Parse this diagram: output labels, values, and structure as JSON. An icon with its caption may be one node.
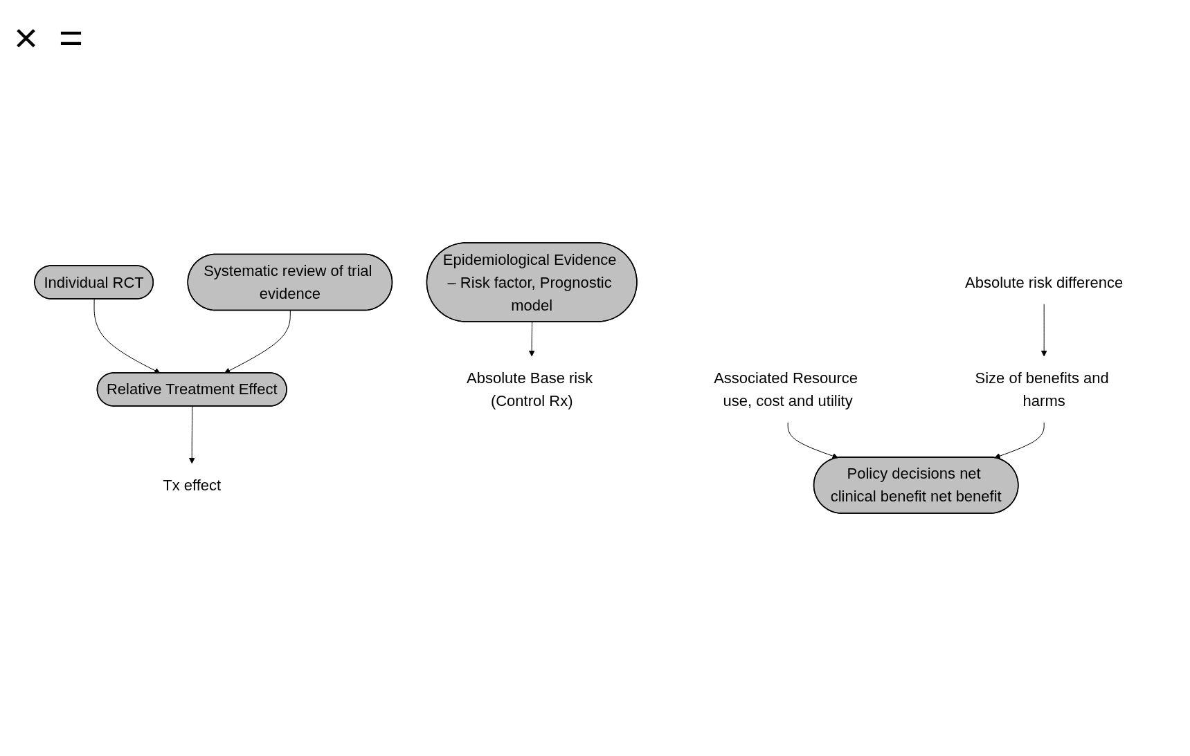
{
  "diagram": {
    "nodes": [
      {
        "text": [
          "Epidemiological Evidence – Risk factor, Prognostic model"
        ]
      },
      {
        "text": [
          "Relative Treatment Effect"
        ]
      },
      {
        "text": [
          "Individual RCT"
        ]
      },
      {
        "text": [
          "Systematic review of trial evidence"
        ]
      },
      {
        "text": [
          "Absolute Base risk (Control Rx)"
        ]
      },
      {
        "text": [
          "Tx effect"
        ]
      },
      {
        "text": [
          "Absolute risk difference"
        ]
      },
      {
        "text": [
          "Associated Resource use, cost and utility"
        ]
      },
      {
        "text": [
          "Policy decisions net clinical benefit net benefit"
        ]
      },
      {
        "text": [
          "Size of benefits and harms"
        ]
      }
    ],
    "edges": [
      {
        "from": 0,
        "to": 4,
        "arrow": "to"
      },
      {
        "from": 1,
        "to": 5,
        "arrow": "to"
      },
      {
        "from": 2,
        "to": 1,
        "arrow": "to"
      },
      {
        "from": 3,
        "to": 1,
        "arrow": "to"
      },
      {
        "from": 6,
        "to": 9,
        "arrow": "to"
      },
      {
        "from": 7,
        "to": 8,
        "arrow": "to"
      },
      {
        "from": 9,
        "to": 8,
        "arrow": "to"
      }
    ],
    "labels": [
      "×",
      "="
    ]
  }
}
